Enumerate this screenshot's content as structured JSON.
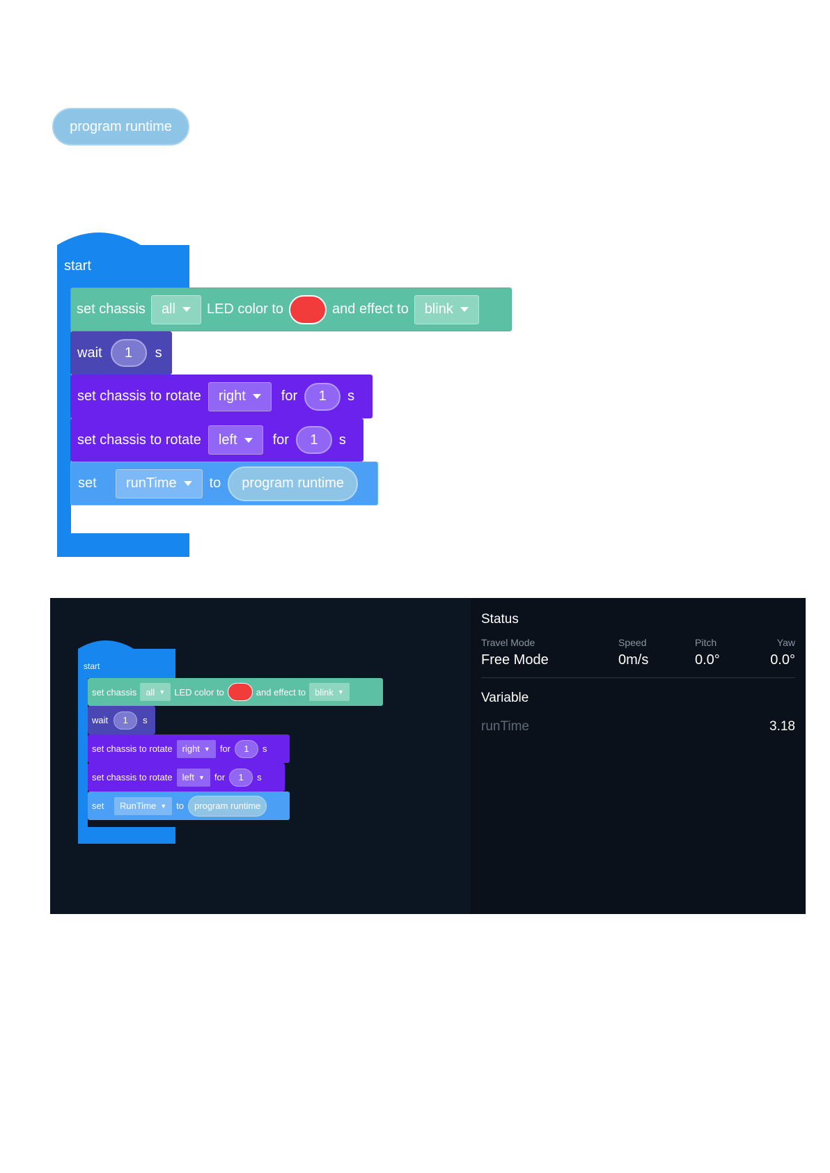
{
  "reporter": {
    "label": "program runtime"
  },
  "program_large": {
    "start": "start",
    "led": {
      "text1": "set chassis",
      "target": "all",
      "text2": "LED color to",
      "text3": "and effect to",
      "effect": "blink"
    },
    "wait": {
      "text1": "wait",
      "value": "1",
      "unit": "s"
    },
    "rotate_right": {
      "text1": "set chassis to rotate",
      "direction": "right",
      "text2": "for",
      "value": "1",
      "unit": "s"
    },
    "rotate_left": {
      "text1": "set chassis to rotate",
      "direction": "left",
      "text2": "for",
      "value": "1",
      "unit": "s"
    },
    "set_var": {
      "text1": "set",
      "variable": "runTime",
      "text2": "to",
      "reporter": "program runtime"
    }
  },
  "program_small": {
    "start": "start",
    "led": {
      "text1": "set chassis",
      "target": "all",
      "text2": "LED color to",
      "text3": "and effect to",
      "effect": "blink"
    },
    "wait": {
      "text1": "wait",
      "value": "1",
      "unit": "s"
    },
    "rotate_right": {
      "text1": "set chassis to rotate",
      "direction": "right",
      "text2": "for",
      "value": "1",
      "unit": "s"
    },
    "rotate_left": {
      "text1": "set chassis to rotate",
      "direction": "left",
      "text2": "for",
      "value": "1",
      "unit": "s"
    },
    "set_var": {
      "text1": "set",
      "variable": "RunTime",
      "text2": "to",
      "reporter": "program runtime"
    }
  },
  "status": {
    "title": "Status",
    "travel_mode_label": "Travel Mode",
    "travel_mode_value": "Free Mode",
    "speed_label": "Speed",
    "speed_value": "0m/s",
    "pitch_label": "Pitch",
    "pitch_value": "0.0°",
    "yaw_label": "Yaw",
    "yaw_value": "0.0°"
  },
  "variable": {
    "title": "Variable",
    "name": "runTime",
    "value": "3.18"
  },
  "colors": {
    "led_color": "#f23b3b",
    "start_blue": "#1786ef",
    "led_teal": "#5cc1a4",
    "wait_indigo": "#4a47b5",
    "rotate_purple": "#6a22ec",
    "set_blue": "#4b9ff5",
    "reporter_blue": "#8ec5e6"
  }
}
